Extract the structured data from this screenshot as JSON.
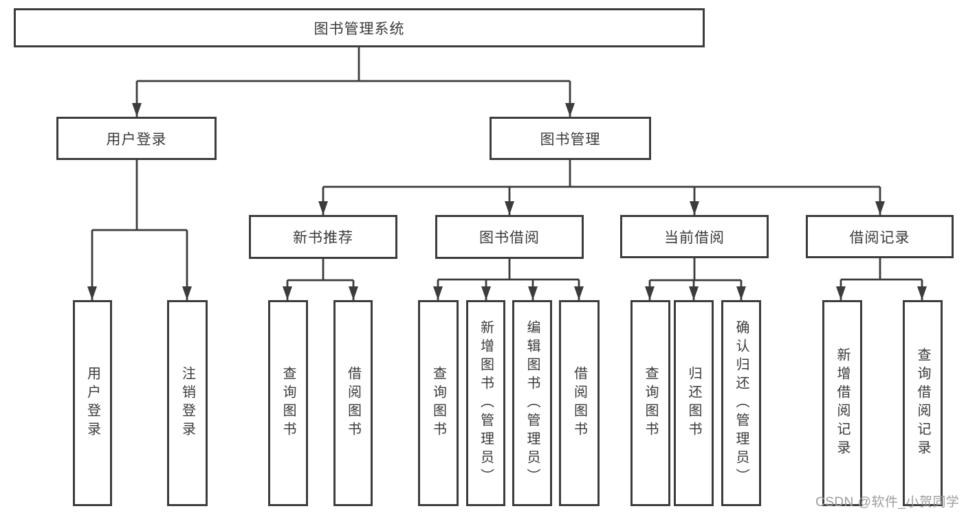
{
  "tree": {
    "root": {
      "label": "图书管理系统"
    },
    "branches": [
      {
        "label": "用户登录",
        "children": [
          "用户登录",
          "注销登录"
        ]
      },
      {
        "label": "图书管理",
        "sections": [
          {
            "label": "新书推荐",
            "children": [
              "查询图书",
              "借阅图书"
            ]
          },
          {
            "label": "图书借阅",
            "children": [
              "查询图书",
              "新增图书（管理员）",
              "编辑图书（管理员）",
              "借阅图书"
            ]
          },
          {
            "label": "当前借阅",
            "children": [
              "查询图书",
              "归还图书",
              "确认归还（管理员）"
            ]
          },
          {
            "label": "借阅记录",
            "children": [
              "新增借阅记录",
              "查询借阅记录"
            ]
          }
        ]
      }
    ]
  },
  "watermark": {
    "text": "CSDN @软件_小贺同学"
  },
  "colors": {
    "line": "#3c3c3c",
    "text": "#3a3a3a",
    "background": "#ffffff",
    "watermark": "#9c9c9c"
  }
}
